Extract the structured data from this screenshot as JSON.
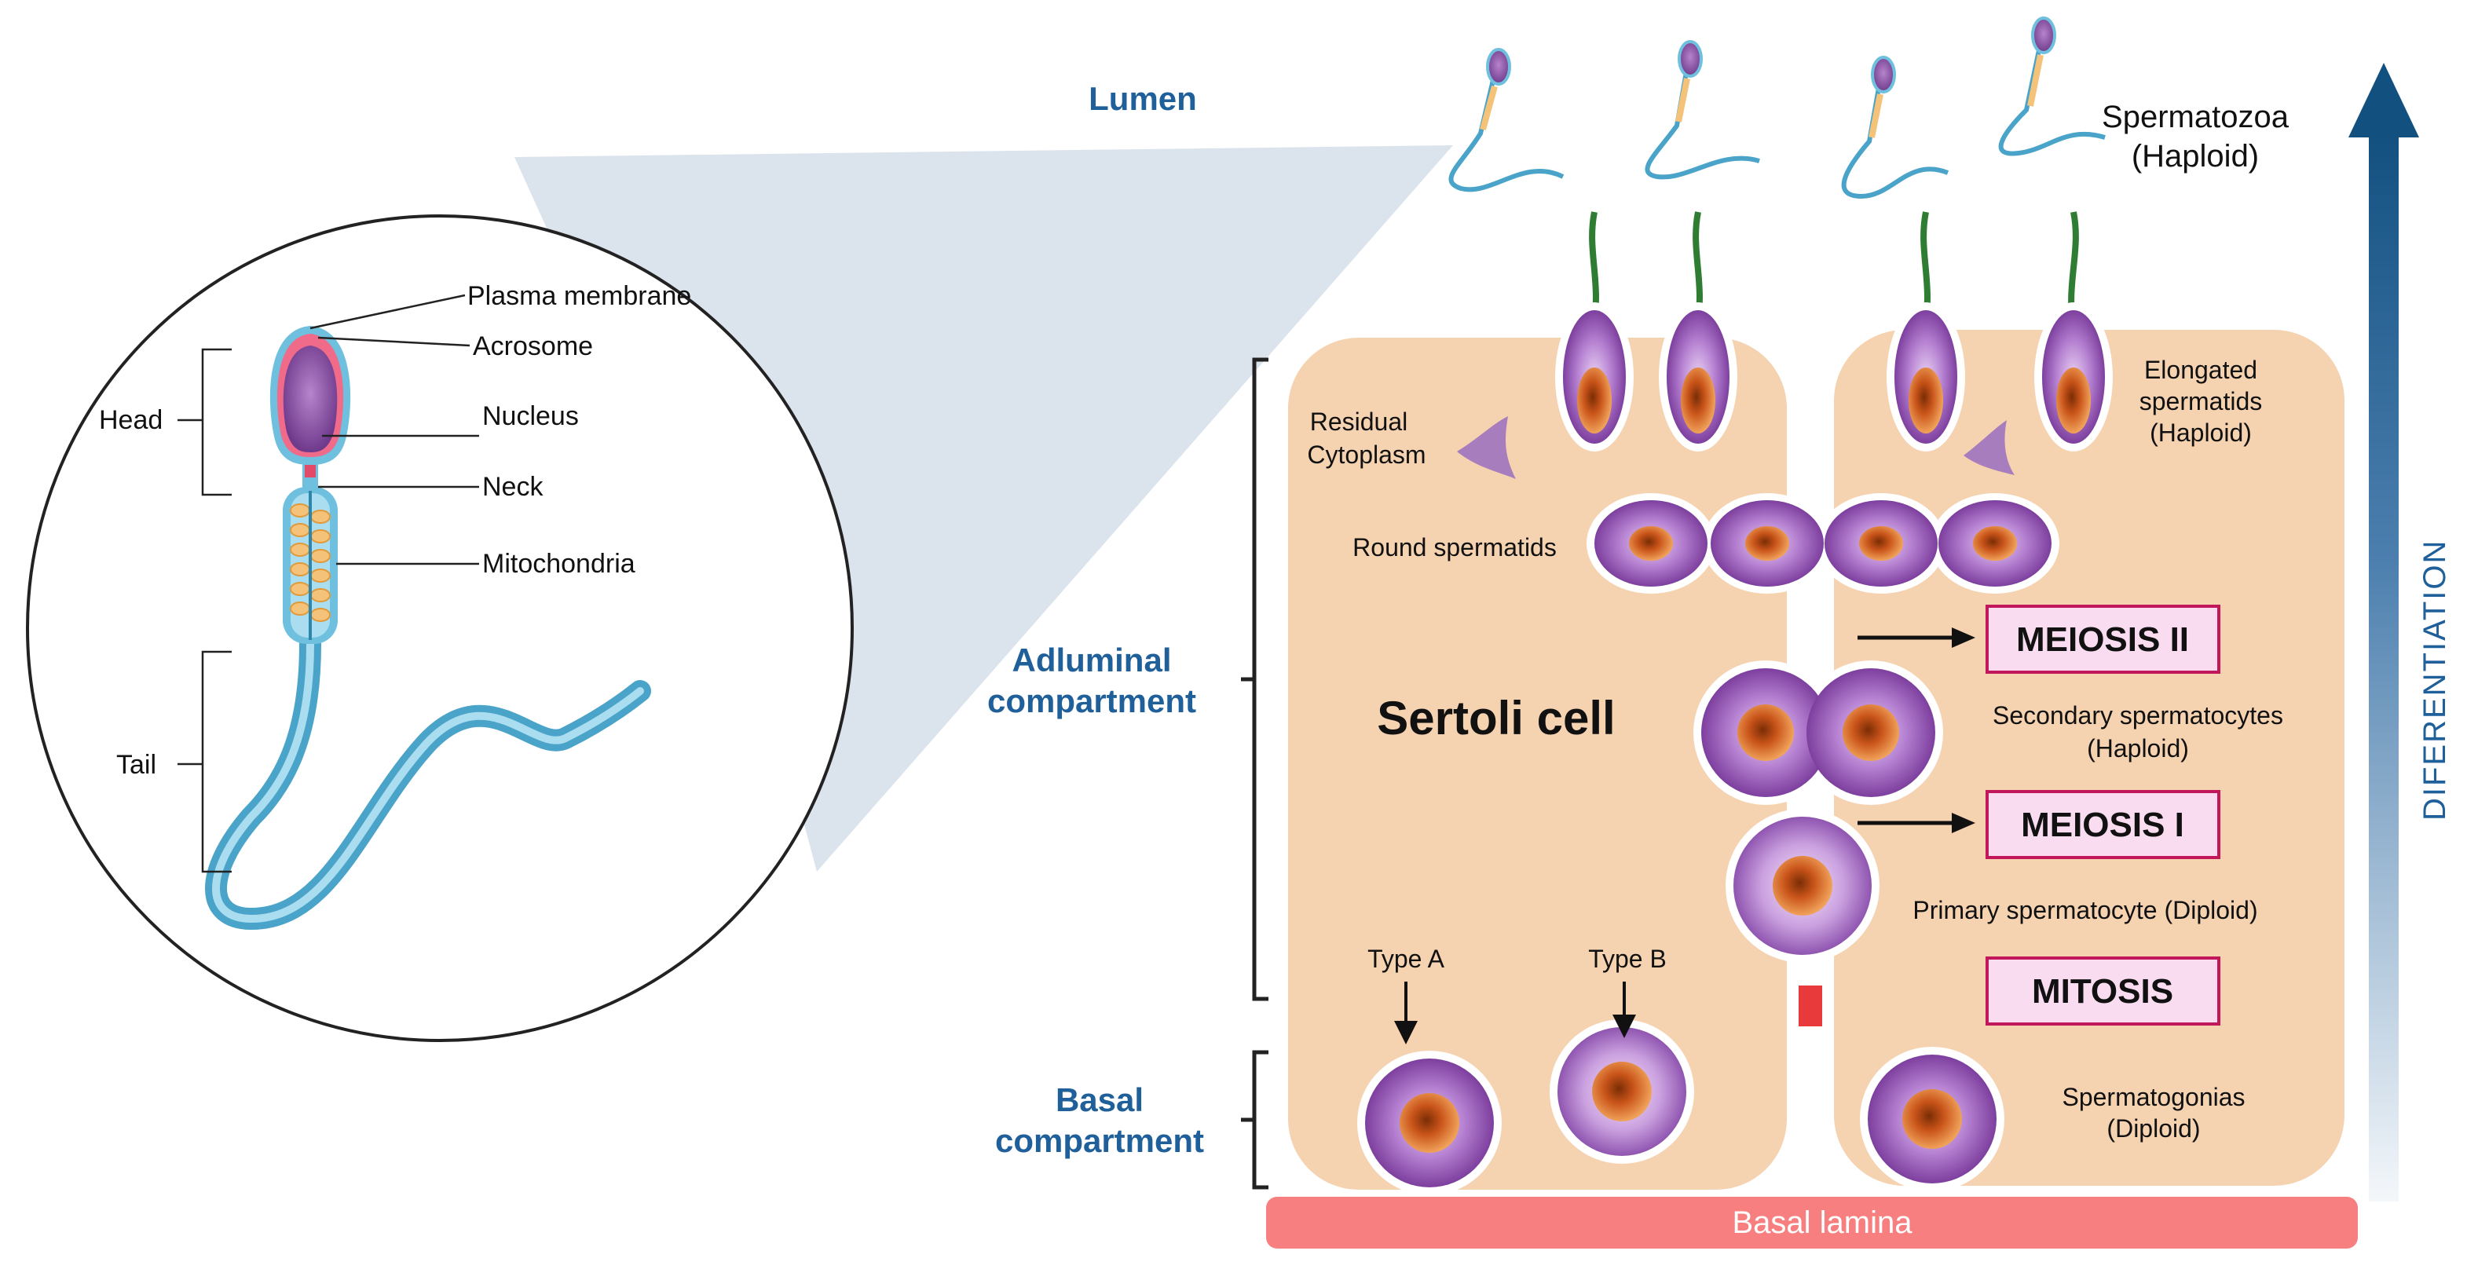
{
  "zoom_view": {
    "labels": {
      "plasma_membrane": "Plasma membrane",
      "acrosome": "Acrosome",
      "nucleus": "Nucleus",
      "neck": "Neck",
      "mitochondria": "Mitochondria",
      "head": "Head",
      "tail": "Tail"
    }
  },
  "compartments": {
    "lumen": "Lumen",
    "adluminal_line1": "Adluminal",
    "adluminal_line2": "compartment",
    "basal_line1": "Basal",
    "basal_line2": "compartment"
  },
  "tubule": {
    "spermatozoa_line1": "Spermatozoa",
    "spermatozoa_line2": "(Haploid)",
    "elongated_line1": "Elongated",
    "elongated_line2": "spermatids",
    "elongated_line3": "(Haploid)",
    "residual_line1": "Residual",
    "residual_line2": "Cytoplasm",
    "round_spermatids": "Round spermatids",
    "sertoli_cell": "Sertoli cell",
    "secondary_line1": "Secondary spermatocytes",
    "secondary_line2": "(Haploid)",
    "primary": "Primary spermatocyte (Diploid)",
    "type_a": "Type A",
    "type_b": "Type B",
    "spermatogonia_line1": "Spermatogonias",
    "spermatogonia_line2": "(Diploid)",
    "basal_lamina": "Basal lamina"
  },
  "processes": {
    "meiosis_ii": "MEIOSIS II",
    "meiosis_i": "MEIOSIS I",
    "mitosis": "MITOSIS"
  },
  "differentiation": "DIFERENTIATION",
  "colors": {
    "sertoli": "#f5d2b0",
    "cell_purple": "#9b59b6",
    "nucleus_orange": "#d9661f",
    "lamina": "#f77f7f",
    "process_box_fill": "#fadcf0",
    "process_box_stroke": "#c2185b",
    "accent_blue": "#1f5f9a"
  }
}
